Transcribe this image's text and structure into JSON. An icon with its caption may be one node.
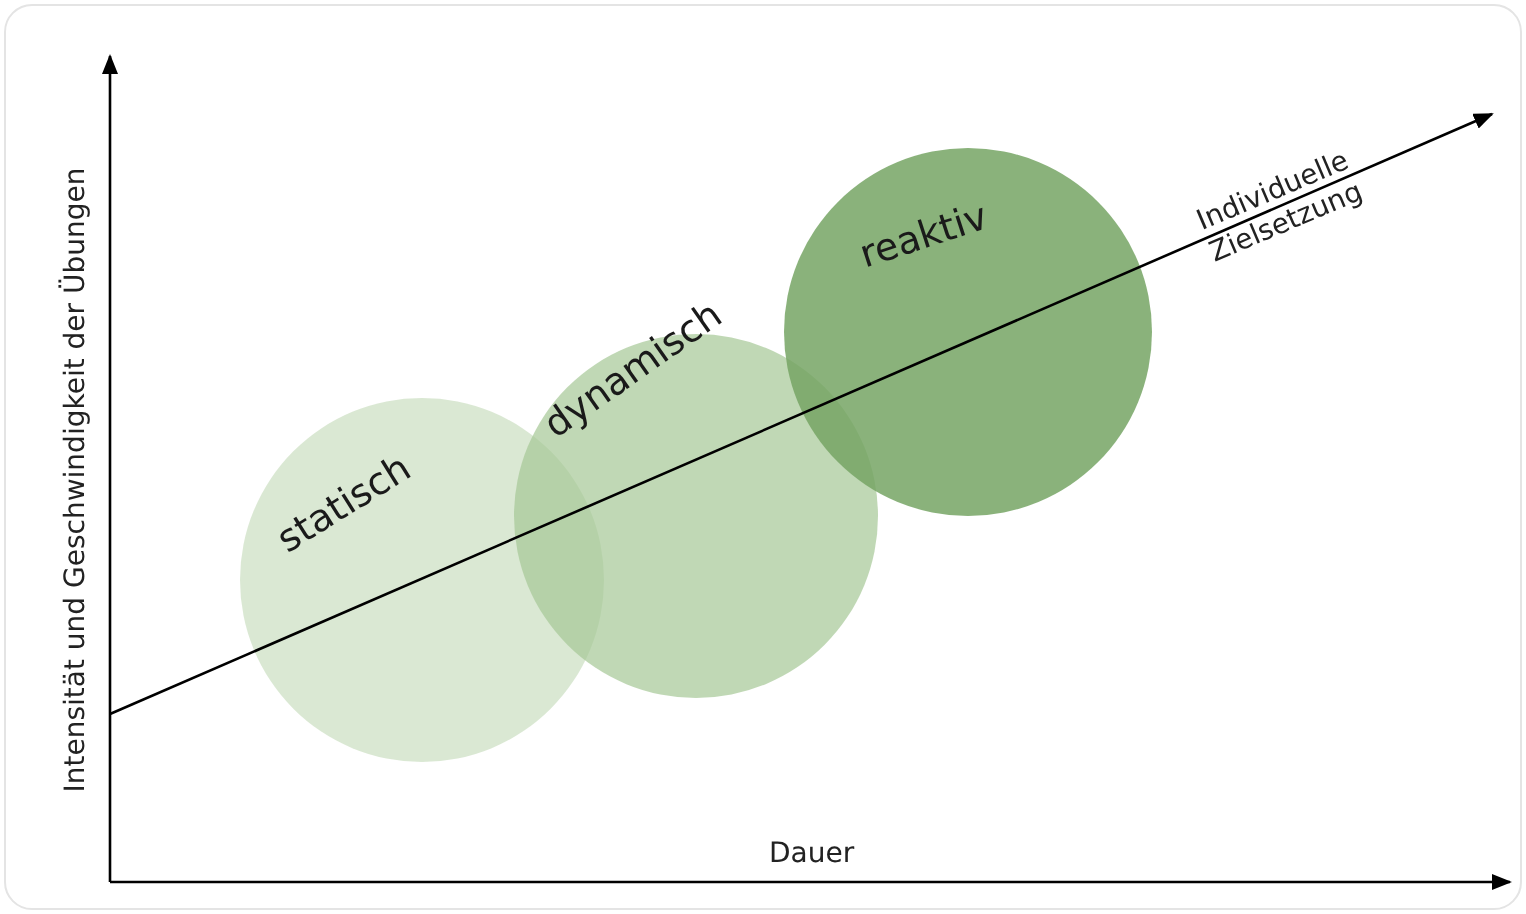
{
  "diagram": {
    "nodes": [
      {
        "text": [
          "statisch"
        ]
      },
      {
        "text": [
          "dynamisch"
        ]
      },
      {
        "text": [
          "reaktiv"
        ]
      }
    ],
    "edges": [],
    "labels": [
      "Intensität und Geschwindigkeit der Übungen",
      "Individuelle Zielsetzung",
      "Dauer"
    ]
  }
}
